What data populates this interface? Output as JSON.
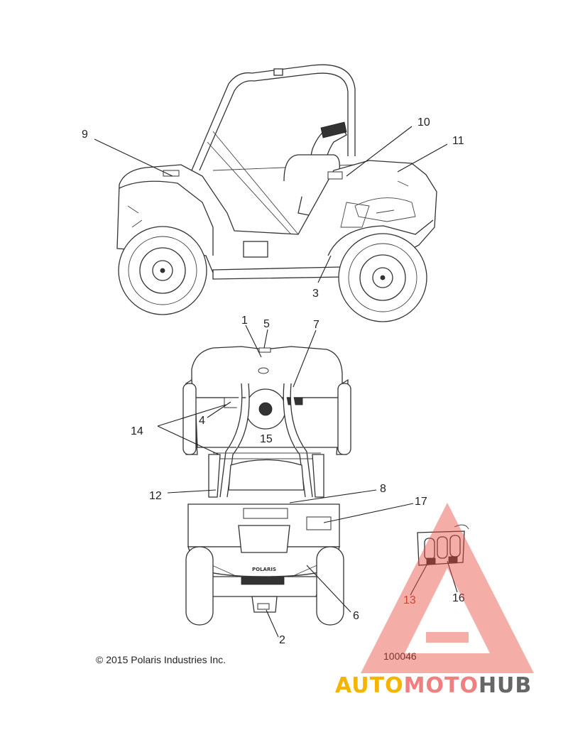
{
  "callouts": [
    "1",
    "2",
    "3",
    "4",
    "5",
    "6",
    "7",
    "8",
    "9",
    "10",
    "11",
    "12",
    "13",
    "14",
    "15",
    "16",
    "17"
  ],
  "copyright": "© 2015 Polaris Industries Inc.",
  "figure_number": "100046",
  "hood_brand": "POLARIS",
  "watermark": {
    "part1": "AUTO",
    "part2": "MOTO",
    "part3": "HUB",
    "colors": {
      "auto": "#f5b400",
      "moto": "#f08080",
      "hub": "#666666",
      "triangle": "#e74c3c"
    }
  }
}
